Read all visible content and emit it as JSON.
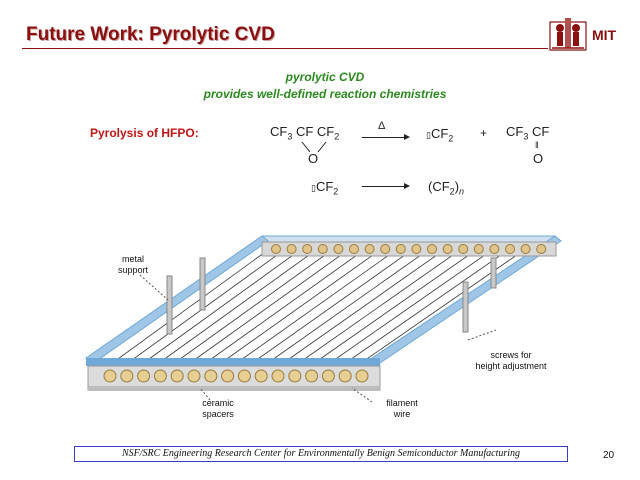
{
  "slide": {
    "title": "Future Work: Pyrolytic CVD",
    "logo_text": "MIT",
    "subtitle_line1": "pyrolytic CVD",
    "subtitle_line2": "provides well-defined reaction chemistries"
  },
  "chemistry": {
    "label": "Pyrolysis of HFPO:",
    "reactant": "CF",
    "reactant_sub_a": "3",
    "reactant_mid": " CF CF",
    "reactant_sub_b": "2",
    "reactant_oxygen": "O",
    "condition": "Δ",
    "product1_prefix": "▯",
    "product1": "CF",
    "product1_sub": "2",
    "plus": "+",
    "product2": "CF",
    "product2_sub": "3",
    "product2_tail": " CF",
    "product2_bond": "‖",
    "product2_oxygen": "O",
    "second_reactant_prefix": "▯",
    "second_reactant": "CF",
    "second_reactant_sub": "2",
    "polymer": "(CF",
    "polymer_sub": "2",
    "polymer_close": ")",
    "polymer_n": "n"
  },
  "apparatus": {
    "metal_support_1": "metal",
    "metal_support_2": "support",
    "screws_1": "screws for",
    "screws_2": "height adjustment",
    "ceramic_1": "ceramic",
    "ceramic_2": "spacers",
    "filament_1": "filament",
    "filament_2": "wire"
  },
  "footer": {
    "text": "NSF/SRC Engineering Research Center for Environmentally Benign Semiconductor Manufacturing",
    "page_number": "20"
  },
  "colors": {
    "title": "#8a0f0f",
    "subtitle": "#2b8a1e",
    "label": "#c01515",
    "frame": "#6fa8d6",
    "footer_border": "#3a3acc"
  }
}
